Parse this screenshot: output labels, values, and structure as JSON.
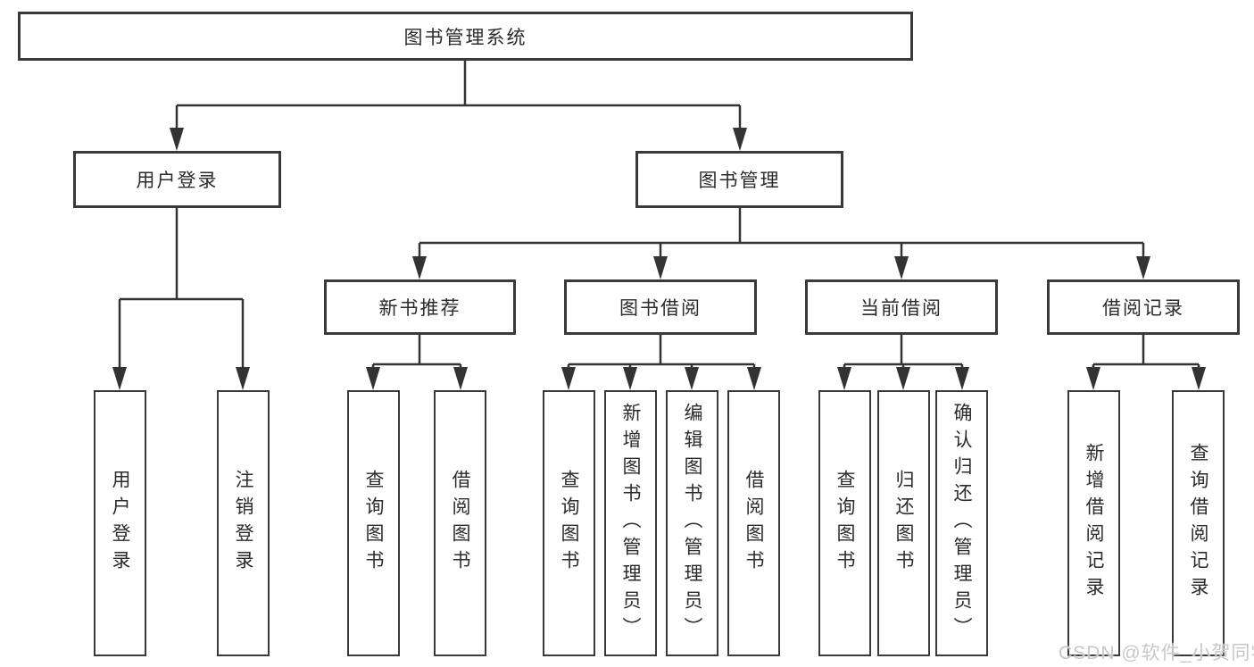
{
  "nodes": {
    "root": "图书管理系统",
    "user_login": "用户登录",
    "book_mgmt": "图书管理",
    "new_book_rec": "新书推荐",
    "book_borrow": "图书借阅",
    "current_borrow": "当前借阅",
    "borrow_record": "借阅记录",
    "ul_login": "用户登录",
    "ul_logout": "注销登录",
    "nb_query": "查询图书",
    "nb_borrow": "借阅图书",
    "bb_query": "查询图书",
    "bb_add": "新增图书（管理员）",
    "bb_edit": "编辑图书（管理员）",
    "bb_borrow": "借阅图书",
    "cb_query": "查询图书",
    "cb_return": "归还图书",
    "cb_confirm": "确认归还（管理员）",
    "br_add": "新增借阅记录",
    "br_query": "查询借阅记录"
  },
  "watermark": "CSDN @软件_小贺同学",
  "colors": {
    "line": "#333333",
    "box_border": "#3a3a3a",
    "text": "#2b2b2b",
    "watermark": "#c8c8c8",
    "background": "#ffffff"
  }
}
